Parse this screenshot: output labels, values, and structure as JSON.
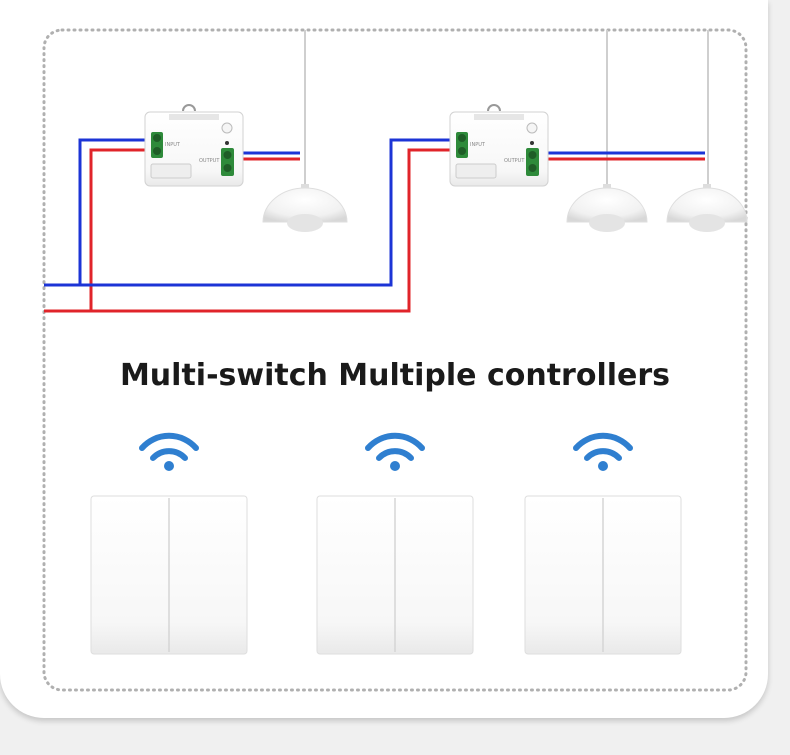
{
  "headline": "Multi-switch Multiple controllers",
  "receivers": [
    {
      "input_label": "INPUT",
      "output_label": "OUTPUT"
    },
    {
      "input_label": "INPUT",
      "output_label": "OUTPUT"
    }
  ],
  "colors": {
    "live_wire": "#e0242a",
    "neutral_wire": "#1c34d6",
    "wifi": "#2f7fd0",
    "terminal": "#2e8a3a",
    "dotted_border": "#aaaaaa"
  },
  "icons": [
    "wifi-icon",
    "wifi-icon",
    "wifi-icon"
  ],
  "switches": [
    {
      "gangs": 2
    },
    {
      "gangs": 2
    },
    {
      "gangs": 2
    }
  ]
}
